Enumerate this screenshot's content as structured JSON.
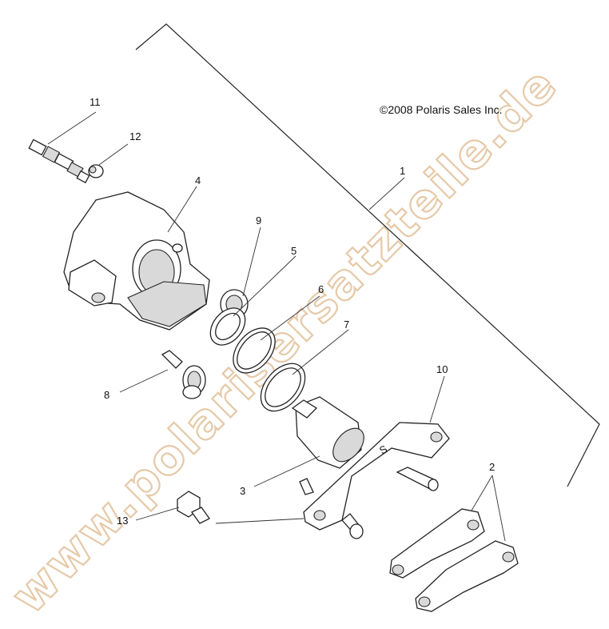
{
  "diagram": {
    "copyright": "©2008 Polaris Sales Inc.",
    "watermark": "www.polarisersatzteile.de",
    "callouts": [
      "1",
      "2",
      "3",
      "4",
      "5",
      "6",
      "7",
      "8",
      "9",
      "10",
      "11",
      "12",
      "13"
    ]
  }
}
